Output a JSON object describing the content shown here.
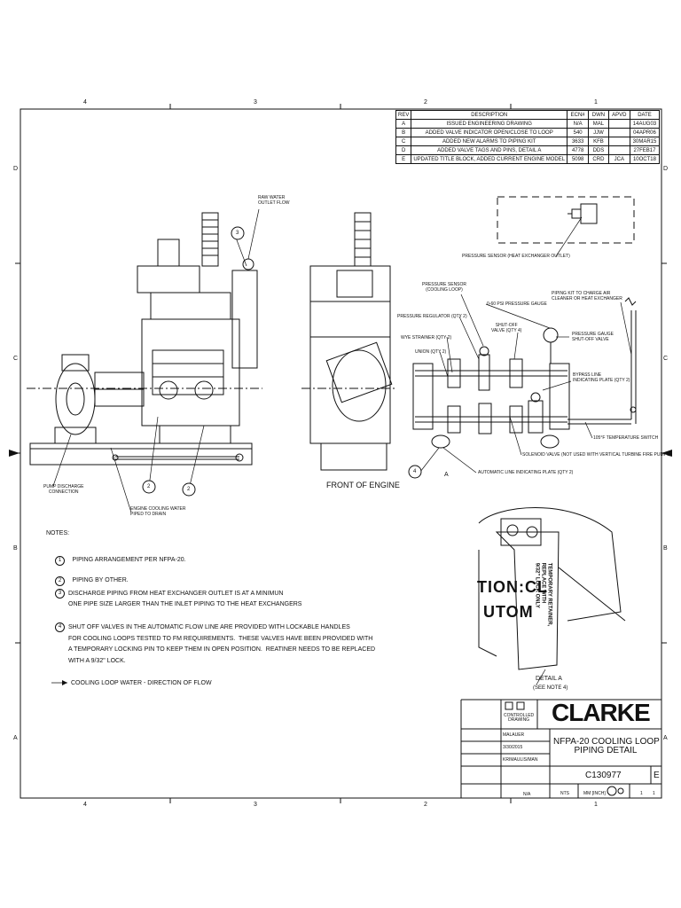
{
  "border": {
    "top_zones": [
      "4",
      "3",
      "2",
      "1"
    ],
    "side_zones": [
      "D",
      "C",
      "B",
      "A"
    ]
  },
  "revisions": {
    "headers": [
      "REV",
      "DESCRIPTION",
      "ECN#",
      "DWN",
      "APVD",
      "DATE"
    ],
    "rows": [
      [
        "A",
        "ISSUED ENGINEERING DRAWING",
        "N/A",
        "MAL",
        "",
        "14AUG03"
      ],
      [
        "B",
        "ADDED VALVE INDICATOR OPEN/CLOSE TO LOOP",
        "540",
        "JJW",
        "",
        "04APR06"
      ],
      [
        "C",
        "ADDED NEW ALARMS TO PIPING KIT",
        "3633",
        "KFB",
        "",
        "30MAR15"
      ],
      [
        "D",
        "ADDED VALVE TAGS AND PINS, DETAIL A",
        "4778",
        "DDS",
        "",
        "27FEB17"
      ],
      [
        "E",
        "UPDATED TITLE BLOCK, ADDED CURRENT ENGINE MODEL",
        "5098",
        "CRD",
        "JCA",
        "10OCT18"
      ]
    ]
  },
  "labels": {
    "raw_water": "RAW WATER\nOUTLET FLOW",
    "pressure_sensor_hx": "PRESSURE SENSOR (HEAT EXCHANGER OUTLET)",
    "pressure_sensor_loop": "PRESSURE SENSOR\n(COOLING LOOP)",
    "pressure_gauge_060": "0-60 PSI PRESSURE GAUGE",
    "piping_kit": "PIPING KIT TO CHARGE AIR\nCLEANER OR HEAT EXCHANGER",
    "pressure_regulator": "PRESSURE REGULATOR (QTY 2)",
    "shutoff_valve": "SHUT-OFF\nVALVE (QTY 4)",
    "pressure_gauge_shutoff": "PRESSURE GAUGE\nSHUT-OFF VALVE",
    "wye_strainer": "WYE STRAINER (QTY 2)",
    "union": "UNION (QTY 2)",
    "bypass_line": "BYPASS LINE\nINDICATING PLATE (QTY 2)",
    "temp_switch": "105°F TEMPERATURE SWITCH",
    "solenoid_valve": "SOLENOID VALVE (NOT USED WITH VERTICAL TURBINE FIRE PUMPS)",
    "auto_line": "AUTOMATIC LINE INDICATING PLATE (QTY 2)",
    "pump_discharge": "PUMP DISCHARGE\nCONNECTION",
    "engine_cooling": "ENGINE COOLING WATER\nPIPED TO DRAIN",
    "front_of_engine": "FRONT OF ENGINE",
    "detail_a": "DETAIL  A",
    "see_note_4": "(SEE NOTE 4)",
    "detail_marker": "A",
    "tag_text": "TEMPORARY RETAINER,\nREPLACE WITH\n9/32\" LOCK ONLY",
    "stencil_1": "TION:CL",
    "stencil_2": "UTOM"
  },
  "callouts": [
    "3",
    "2",
    "2",
    "4"
  ],
  "notes": {
    "heading": "NOTES:",
    "items": [
      {
        "num": "1",
        "text": "PIPING ARRANGEMENT PER NFPA-20."
      },
      {
        "num": "2",
        "text": "PIPING BY OTHER."
      },
      {
        "num": "3",
        "text": "DISCHARGE PIPING FROM HEAT EXCHANGER OUTLET IS AT A MINIMUN\nONE PIPE SIZE LARGER THAN THE INLET PIPING TO THE HEAT EXCHANGERS"
      },
      {
        "num": "4",
        "text": "SHUT OFF VALVES IN THE AUTOMATIC FLOW LINE ARE PROVIDED WITH LOCKABLE HANDLES\nFOR COOLING LOOPS TESTED TO FM REQUIREMENTS.  THESE VALVES HAVE BEEN PROVIDED WITH\nA TEMPORARY LOCKING PIN TO KEEP THEM IN OPEN POSITION.  REATINER NEEDS TO BE REPLACED\nWITH A 9/32\" LOCK."
      }
    ],
    "legend": "COOLING LOOP WATER - DIRECTION OF FLOW"
  },
  "title_block": {
    "company": "CLARKE",
    "controlled": "CONTROLLED\nDRAWING",
    "title": "NFPA-20 COOLING LOOP\nPIPING DETAIL",
    "drawn_by": "MALAUER",
    "date": "3/30/2015",
    "checked": "KRIMAULIS/MAN",
    "drawing_no": "C130977",
    "rev": "E",
    "scale": "NTS",
    "units": "MM [INCH]",
    "na": "N/A",
    "sheet": "1",
    "of": "1"
  },
  "colors": {
    "line": "#111111",
    "paper": "#ffffff"
  }
}
